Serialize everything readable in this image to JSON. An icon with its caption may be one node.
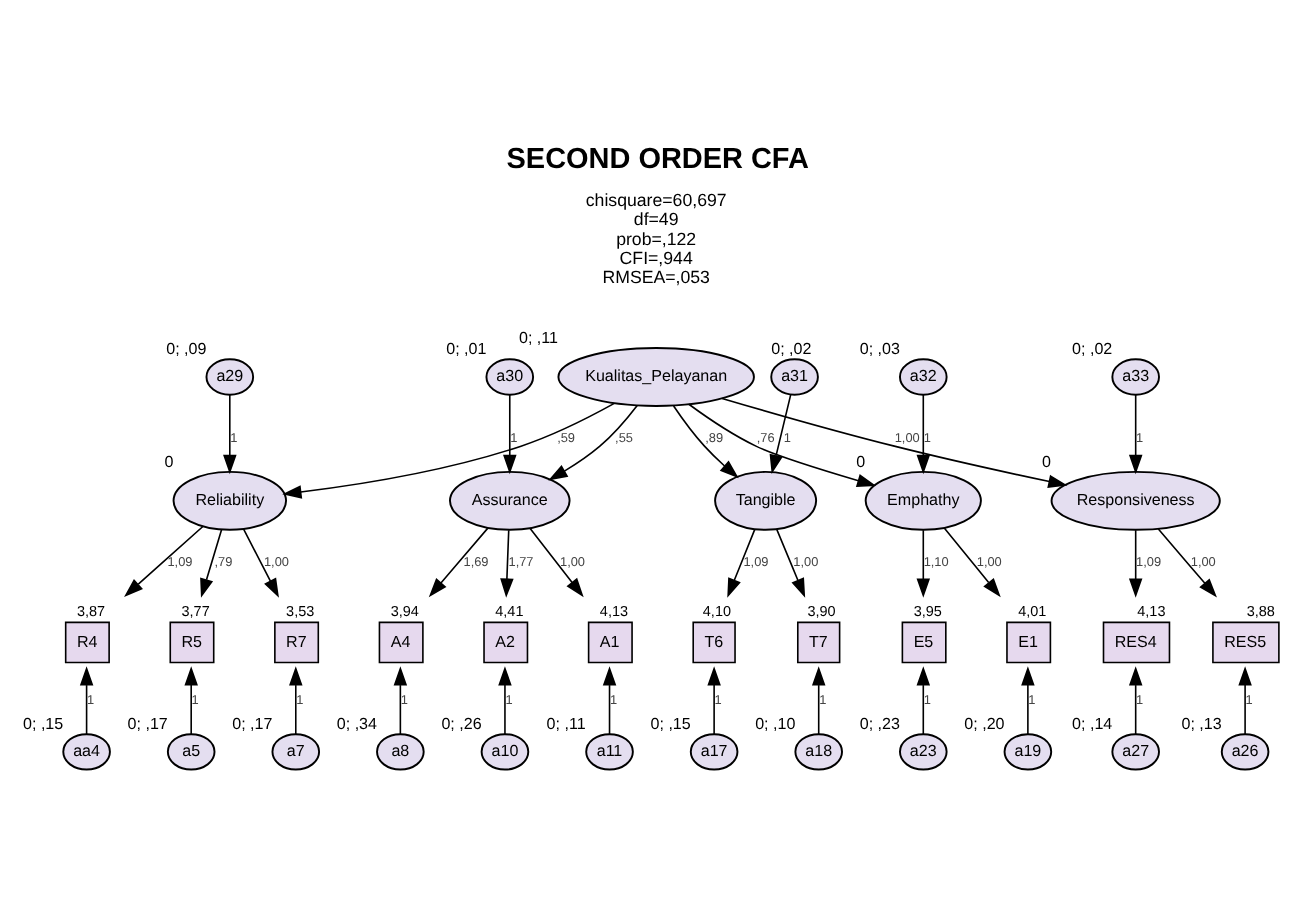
{
  "diagram": {
    "title": "SECOND ORDER CFA",
    "nodes": [
      {
        "text": [
          "Kualitas_Pelayanan"
        ],
        "beside": [
          "0; ,11"
        ]
      },
      {
        "text": [
          "a29"
        ],
        "beside": [
          "0; ,09"
        ]
      },
      {
        "text": [
          "Reliability"
        ],
        "beside": [
          "0"
        ]
      },
      {
        "text": [
          "a30"
        ],
        "beside": [
          "0; ,01"
        ]
      },
      {
        "text": [
          "Assurance"
        ]
      },
      {
        "text": [
          "a31"
        ],
        "beside": [
          "0; ,02"
        ]
      },
      {
        "text": [
          "Tangible"
        ]
      },
      {
        "text": [
          "Emphathy"
        ],
        "beside": [
          "0"
        ]
      },
      {
        "text": [
          "a32"
        ],
        "beside": [
          "0; ,03"
        ]
      },
      {
        "text": [
          "a33"
        ],
        "beside": [
          "0; ,02"
        ]
      },
      {
        "text": [
          "Responsiveness"
        ],
        "beside": [
          "0"
        ]
      },
      {
        "text": [
          "R4"
        ],
        "beside": [
          "3,87"
        ]
      },
      {
        "text": [
          "R5"
        ],
        "beside": [
          "3,77"
        ]
      },
      {
        "text": [
          "R7"
        ],
        "beside": [
          "3,53"
        ]
      },
      {
        "text": [
          "A4"
        ],
        "beside": [
          "3,94"
        ]
      },
      {
        "text": [
          "A2"
        ],
        "beside": [
          "4,41"
        ]
      },
      {
        "text": [
          "A1"
        ],
        "beside": [
          "4,13"
        ]
      },
      {
        "text": [
          "T6"
        ],
        "beside": [
          "4,10"
        ]
      },
      {
        "text": [
          "T7"
        ],
        "beside": [
          "3,90"
        ]
      },
      {
        "text": [
          "E5"
        ],
        "beside": [
          "3,95"
        ]
      },
      {
        "text": [
          "E1"
        ],
        "beside": [
          "4,01"
        ]
      },
      {
        "text": [
          "RES4"
        ],
        "beside": [
          "4,13"
        ]
      },
      {
        "text": [
          "RES5"
        ],
        "beside": [
          "3,88"
        ]
      },
      {
        "text": [
          "aa4"
        ],
        "beside": [
          "0; ,15"
        ]
      },
      {
        "text": [
          "a5"
        ],
        "beside": [
          "0; ,17"
        ]
      },
      {
        "text": [
          "a7"
        ],
        "beside": [
          "0; ,17"
        ]
      },
      {
        "text": [
          "a8"
        ],
        "beside": [
          "0; ,34"
        ]
      },
      {
        "text": [
          "a10"
        ],
        "beside": [
          "0; ,26"
        ]
      },
      {
        "text": [
          "a11"
        ],
        "beside": [
          "0; ,11"
        ]
      },
      {
        "text": [
          "a17"
        ],
        "beside": [
          "0; ,15"
        ]
      },
      {
        "text": [
          "a18"
        ],
        "beside": [
          "0; ,10"
        ]
      },
      {
        "text": [
          "a23"
        ],
        "beside": [
          "0; ,23"
        ]
      },
      {
        "text": [
          "a19"
        ],
        "beside": [
          "0; ,20"
        ]
      },
      {
        "text": [
          "a27"
        ],
        "beside": [
          "0; ,14"
        ]
      },
      {
        "text": [
          "a26"
        ],
        "beside": [
          "0; ,13"
        ]
      }
    ],
    "edges": [
      {
        "from": 0,
        "to": 2,
        "arrow": "to",
        "label": ",59"
      },
      {
        "from": 0,
        "to": 4,
        "arrow": "to",
        "label": ",55"
      },
      {
        "from": 0,
        "to": 6,
        "arrow": "to",
        "label": ",89"
      },
      {
        "from": 0,
        "to": 7,
        "arrow": "to",
        "label": ",76"
      },
      {
        "from": 0,
        "to": 10,
        "arrow": "to",
        "label": "1,00"
      },
      {
        "from": 1,
        "to": 2,
        "arrow": "to",
        "label": "1"
      },
      {
        "from": 3,
        "to": 4,
        "arrow": "to",
        "label": "1"
      },
      {
        "from": 5,
        "to": 6,
        "arrow": "to",
        "label": "1"
      },
      {
        "from": 8,
        "to": 7,
        "arrow": "to",
        "label": "1"
      },
      {
        "from": 9,
        "to": 10,
        "arrow": "to",
        "label": "1"
      },
      {
        "from": 2,
        "to": 11,
        "arrow": "to",
        "label": "1,09"
      },
      {
        "from": 2,
        "to": 12,
        "arrow": "to",
        "label": ",79"
      },
      {
        "from": 2,
        "to": 13,
        "arrow": "to",
        "label": "1,00"
      },
      {
        "from": 4,
        "to": 14,
        "arrow": "to",
        "label": "1,69"
      },
      {
        "from": 4,
        "to": 15,
        "arrow": "to",
        "label": "1,77"
      },
      {
        "from": 4,
        "to": 16,
        "arrow": "to",
        "label": "1,00"
      },
      {
        "from": 6,
        "to": 17,
        "arrow": "to",
        "label": "1,09"
      },
      {
        "from": 6,
        "to": 18,
        "arrow": "to",
        "label": "1,00"
      },
      {
        "from": 7,
        "to": 19,
        "arrow": "to",
        "label": "1,10"
      },
      {
        "from": 7,
        "to": 20,
        "arrow": "to",
        "label": "1,00"
      },
      {
        "from": 10,
        "to": 21,
        "arrow": "to",
        "label": "1,09"
      },
      {
        "from": 10,
        "to": 22,
        "arrow": "to",
        "label": "1,00"
      },
      {
        "from": 23,
        "to": 11,
        "arrow": "to",
        "label": "1"
      },
      {
        "from": 24,
        "to": 12,
        "arrow": "to",
        "label": "1"
      },
      {
        "from": 25,
        "to": 13,
        "arrow": "to",
        "label": "1"
      },
      {
        "from": 26,
        "to": 14,
        "arrow": "to",
        "label": "1"
      },
      {
        "from": 27,
        "to": 15,
        "arrow": "to",
        "label": "1"
      },
      {
        "from": 28,
        "to": 16,
        "arrow": "to",
        "label": "1"
      },
      {
        "from": 29,
        "to": 17,
        "arrow": "to",
        "label": "1"
      },
      {
        "from": 30,
        "to": 18,
        "arrow": "to",
        "label": "1"
      },
      {
        "from": 31,
        "to": 19,
        "arrow": "to",
        "label": "1"
      },
      {
        "from": 32,
        "to": 20,
        "arrow": "to",
        "label": "1"
      },
      {
        "from": 33,
        "to": 21,
        "arrow": "to",
        "label": "1"
      },
      {
        "from": 34,
        "to": 22,
        "arrow": "to",
        "label": "1"
      }
    ],
    "labels": [
      "chisquare=60,697",
      "df=49",
      "prob=,122",
      "CFI=,944",
      "RMSEA=,053"
    ]
  }
}
